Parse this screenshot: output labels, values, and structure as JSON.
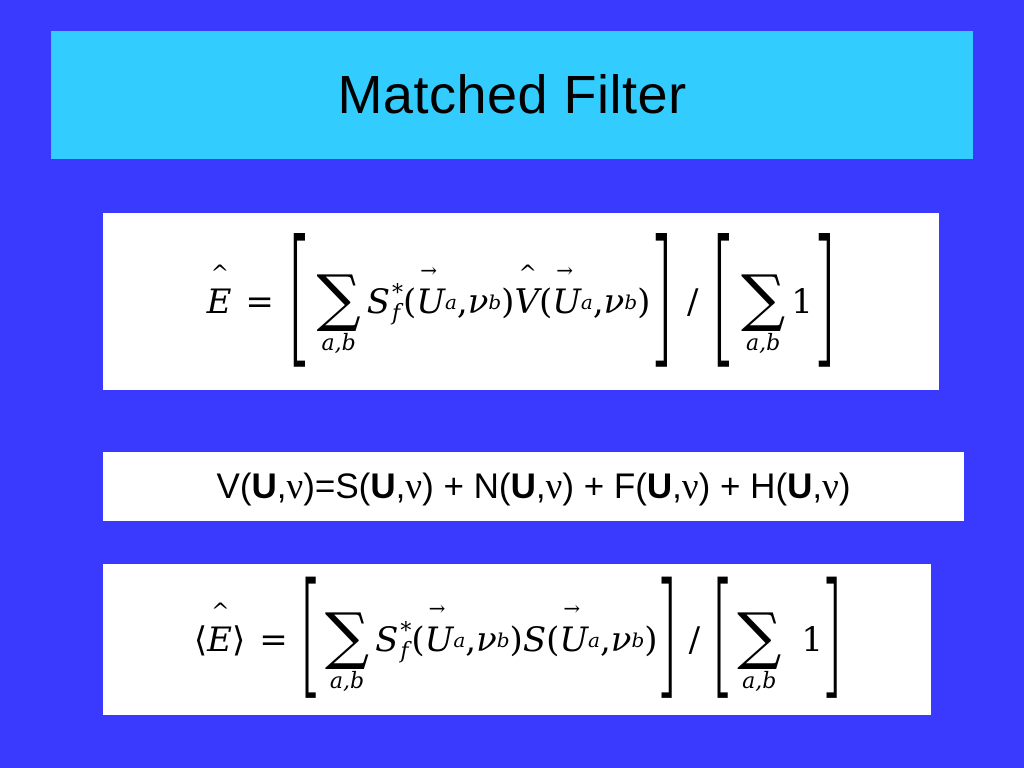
{
  "slide": {
    "title": "Matched Filter",
    "background_color": "#3a3aff",
    "title_bar_color": "#33ccff"
  },
  "equation_estimator": {
    "lhs": "E",
    "equals": "=",
    "sum_symbol": "∑",
    "sum_index": "a,b",
    "s_func": "S",
    "s_sup": "*",
    "s_sub": "f",
    "args_open": "(",
    "u_var": "U",
    "u_sub": "a",
    "comma": ", ",
    "nu_var": "ν",
    "nu_sub": "b",
    "args_close": ")",
    "v_func": "V",
    "divide": "/",
    "one": "1"
  },
  "equation_model": {
    "parts": [
      "V(",
      "U",
      ",",
      "ν",
      ")=S(",
      "U",
      ",",
      "ν",
      ") + N(",
      "U",
      ",",
      "ν",
      ") + F(",
      "U",
      ",",
      "ν",
      ") + H(",
      "U",
      ",",
      "ν",
      ")"
    ]
  },
  "equation_expectation": {
    "open_angle": "⟨",
    "lhs": "E",
    "close_angle": "⟩",
    "equals": "=",
    "sum_symbol": "∑",
    "sum_index": "a,b",
    "s_func": "S",
    "s_sup": "*",
    "s_sub": "f",
    "args_open": "(",
    "u_var": "U",
    "u_sub": "a",
    "comma": ", ",
    "nu_var": "ν",
    "nu_sub": "b",
    "args_close": ")",
    "s2_func": "S",
    "divide": "/",
    "one": "1"
  }
}
